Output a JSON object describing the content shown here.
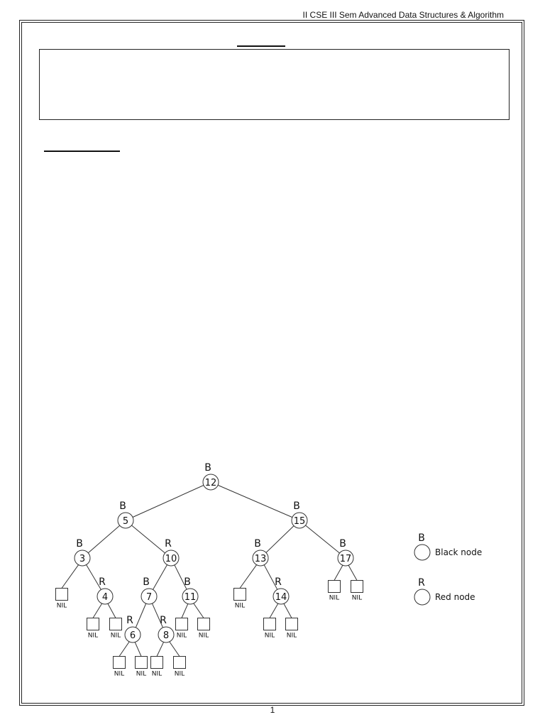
{
  "header": {
    "text": "II CSE III Sem Advanced Data Structures & Algorithm"
  },
  "footer": {
    "page_number": "1"
  },
  "tree": {
    "nodes": [
      {
        "id": "n12",
        "value": "12",
        "color_label": "B"
      },
      {
        "id": "n5",
        "value": "5",
        "color_label": "B"
      },
      {
        "id": "n15",
        "value": "15",
        "color_label": "B"
      },
      {
        "id": "n3",
        "value": "3",
        "color_label": "B"
      },
      {
        "id": "n10",
        "value": "10",
        "color_label": "R"
      },
      {
        "id": "n13",
        "value": "13",
        "color_label": "B"
      },
      {
        "id": "n17",
        "value": "17",
        "color_label": "B"
      },
      {
        "id": "n4",
        "value": "4",
        "color_label": "R"
      },
      {
        "id": "n7",
        "value": "7",
        "color_label": "B"
      },
      {
        "id": "n11",
        "value": "11",
        "color_label": "B"
      },
      {
        "id": "n14",
        "value": "14",
        "color_label": "R"
      },
      {
        "id": "n6",
        "value": "6",
        "color_label": "R"
      },
      {
        "id": "n8",
        "value": "8",
        "color_label": "R"
      }
    ],
    "nil_label": "NIL",
    "legend": [
      {
        "id": "black",
        "letter": "B",
        "label": "Black node"
      },
      {
        "id": "red",
        "letter": "R",
        "label": "Red node"
      }
    ]
  }
}
